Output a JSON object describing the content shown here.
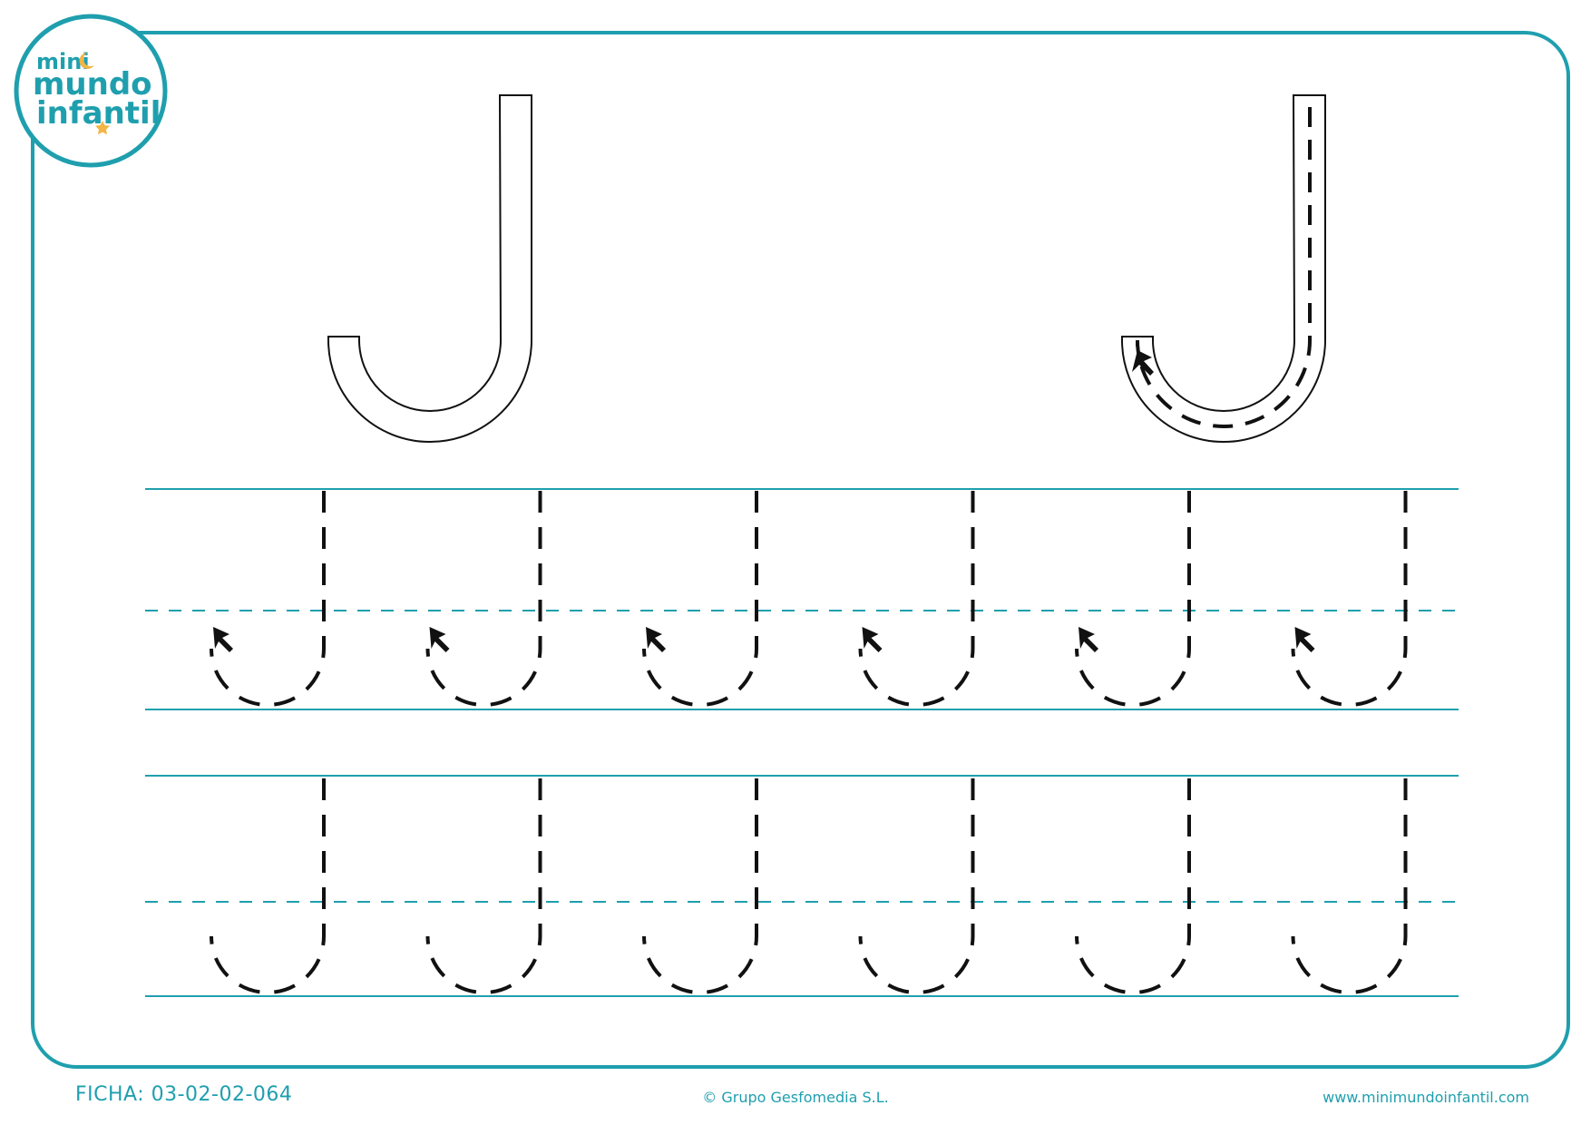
{
  "brand": {
    "logo_line1": "mini",
    "logo_line2": "mundo",
    "logo_line3": "infantil"
  },
  "colors": {
    "accent": "#1f9fae",
    "stroke": "#111111",
    "moon": "#f4b545"
  },
  "footer": {
    "ficha": "FICHA: 03-02-02-064",
    "copyright": "© Grupo Gesfomedia S.L.",
    "website": "www.minimundoinfantil.com"
  },
  "worksheet": {
    "letter_count_per_row": 6,
    "rows": [
      {
        "id": "row-1",
        "arrows": true
      },
      {
        "id": "row-2",
        "arrows": false
      }
    ]
  }
}
